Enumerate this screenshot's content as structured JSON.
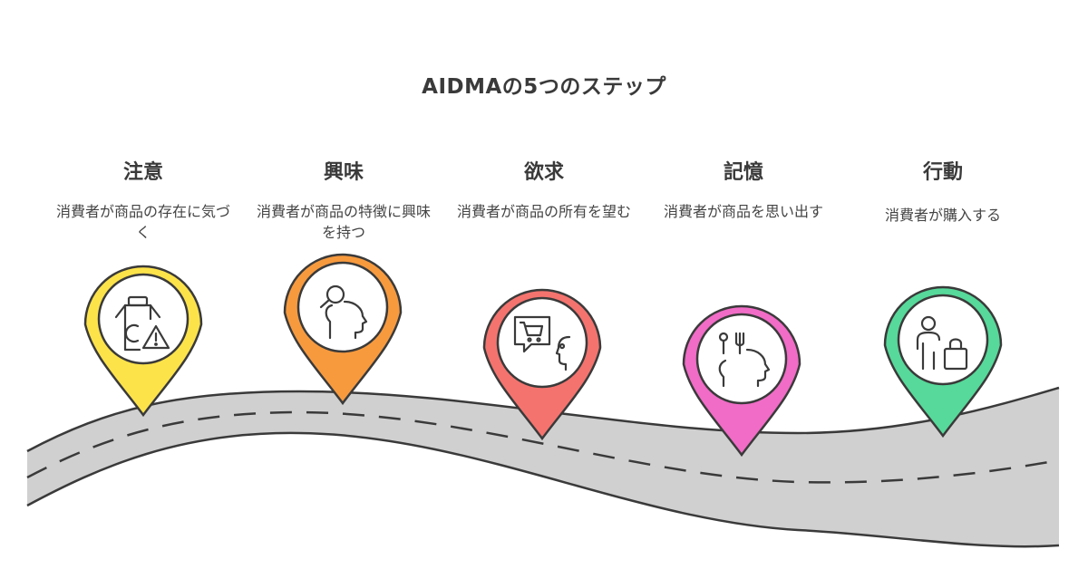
{
  "title": "AIDMAの5つのステップ",
  "colors": {
    "road_fill": "#d0d0d0",
    "road_edge": "#3a3a3a",
    "pin_1": "#fde34a",
    "pin_2": "#f79a3e",
    "pin_3": "#f4736e",
    "pin_4": "#f06cc6",
    "pin_5": "#56d99a",
    "text": "#3a3a3a"
  },
  "steps": [
    {
      "name": "注意",
      "description": "消費者が商品の存在に気づく",
      "icon": "warning-bottle-icon",
      "color": "#fde34a"
    },
    {
      "name": "興味",
      "description": "消費者が商品の特徴に興味を持つ",
      "icon": "head-magnifier-icon",
      "color": "#f79a3e"
    },
    {
      "name": "欲求",
      "description": "消費者が商品の所有を望む",
      "icon": "cart-speech-icon",
      "color": "#f4736e"
    },
    {
      "name": "記憶",
      "description": "消費者が商品を思い出す",
      "icon": "head-utensils-icon",
      "color": "#f06cc6"
    },
    {
      "name": "行動",
      "description": "消費者が購入する",
      "icon": "person-bag-icon",
      "color": "#56d99a"
    }
  ]
}
